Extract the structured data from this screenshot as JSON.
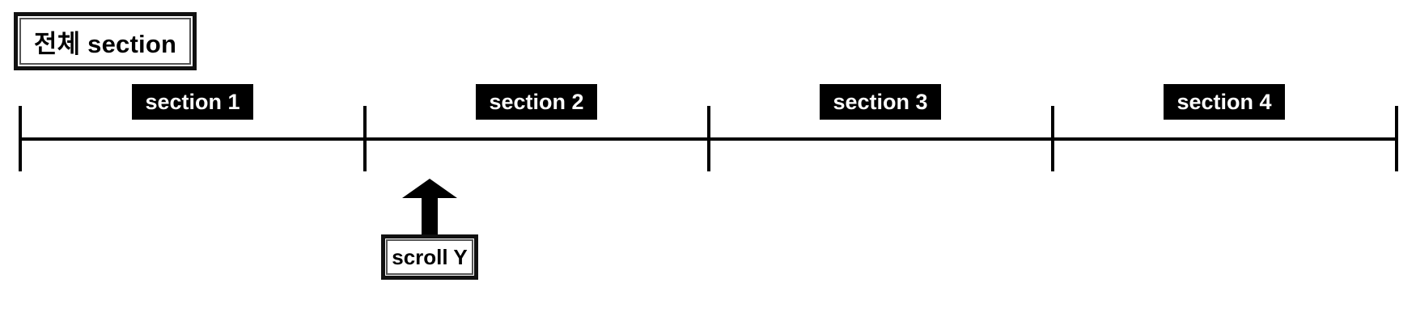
{
  "title": "전체 section",
  "sections": [
    {
      "label": "section 1"
    },
    {
      "label": "section 2"
    },
    {
      "label": "section 3"
    },
    {
      "label": "section 4"
    }
  ],
  "marker": {
    "label": "scroll Y"
  },
  "colors": {
    "ink": "#000000",
    "background": "#ffffff",
    "label_text": "#ffffff"
  }
}
